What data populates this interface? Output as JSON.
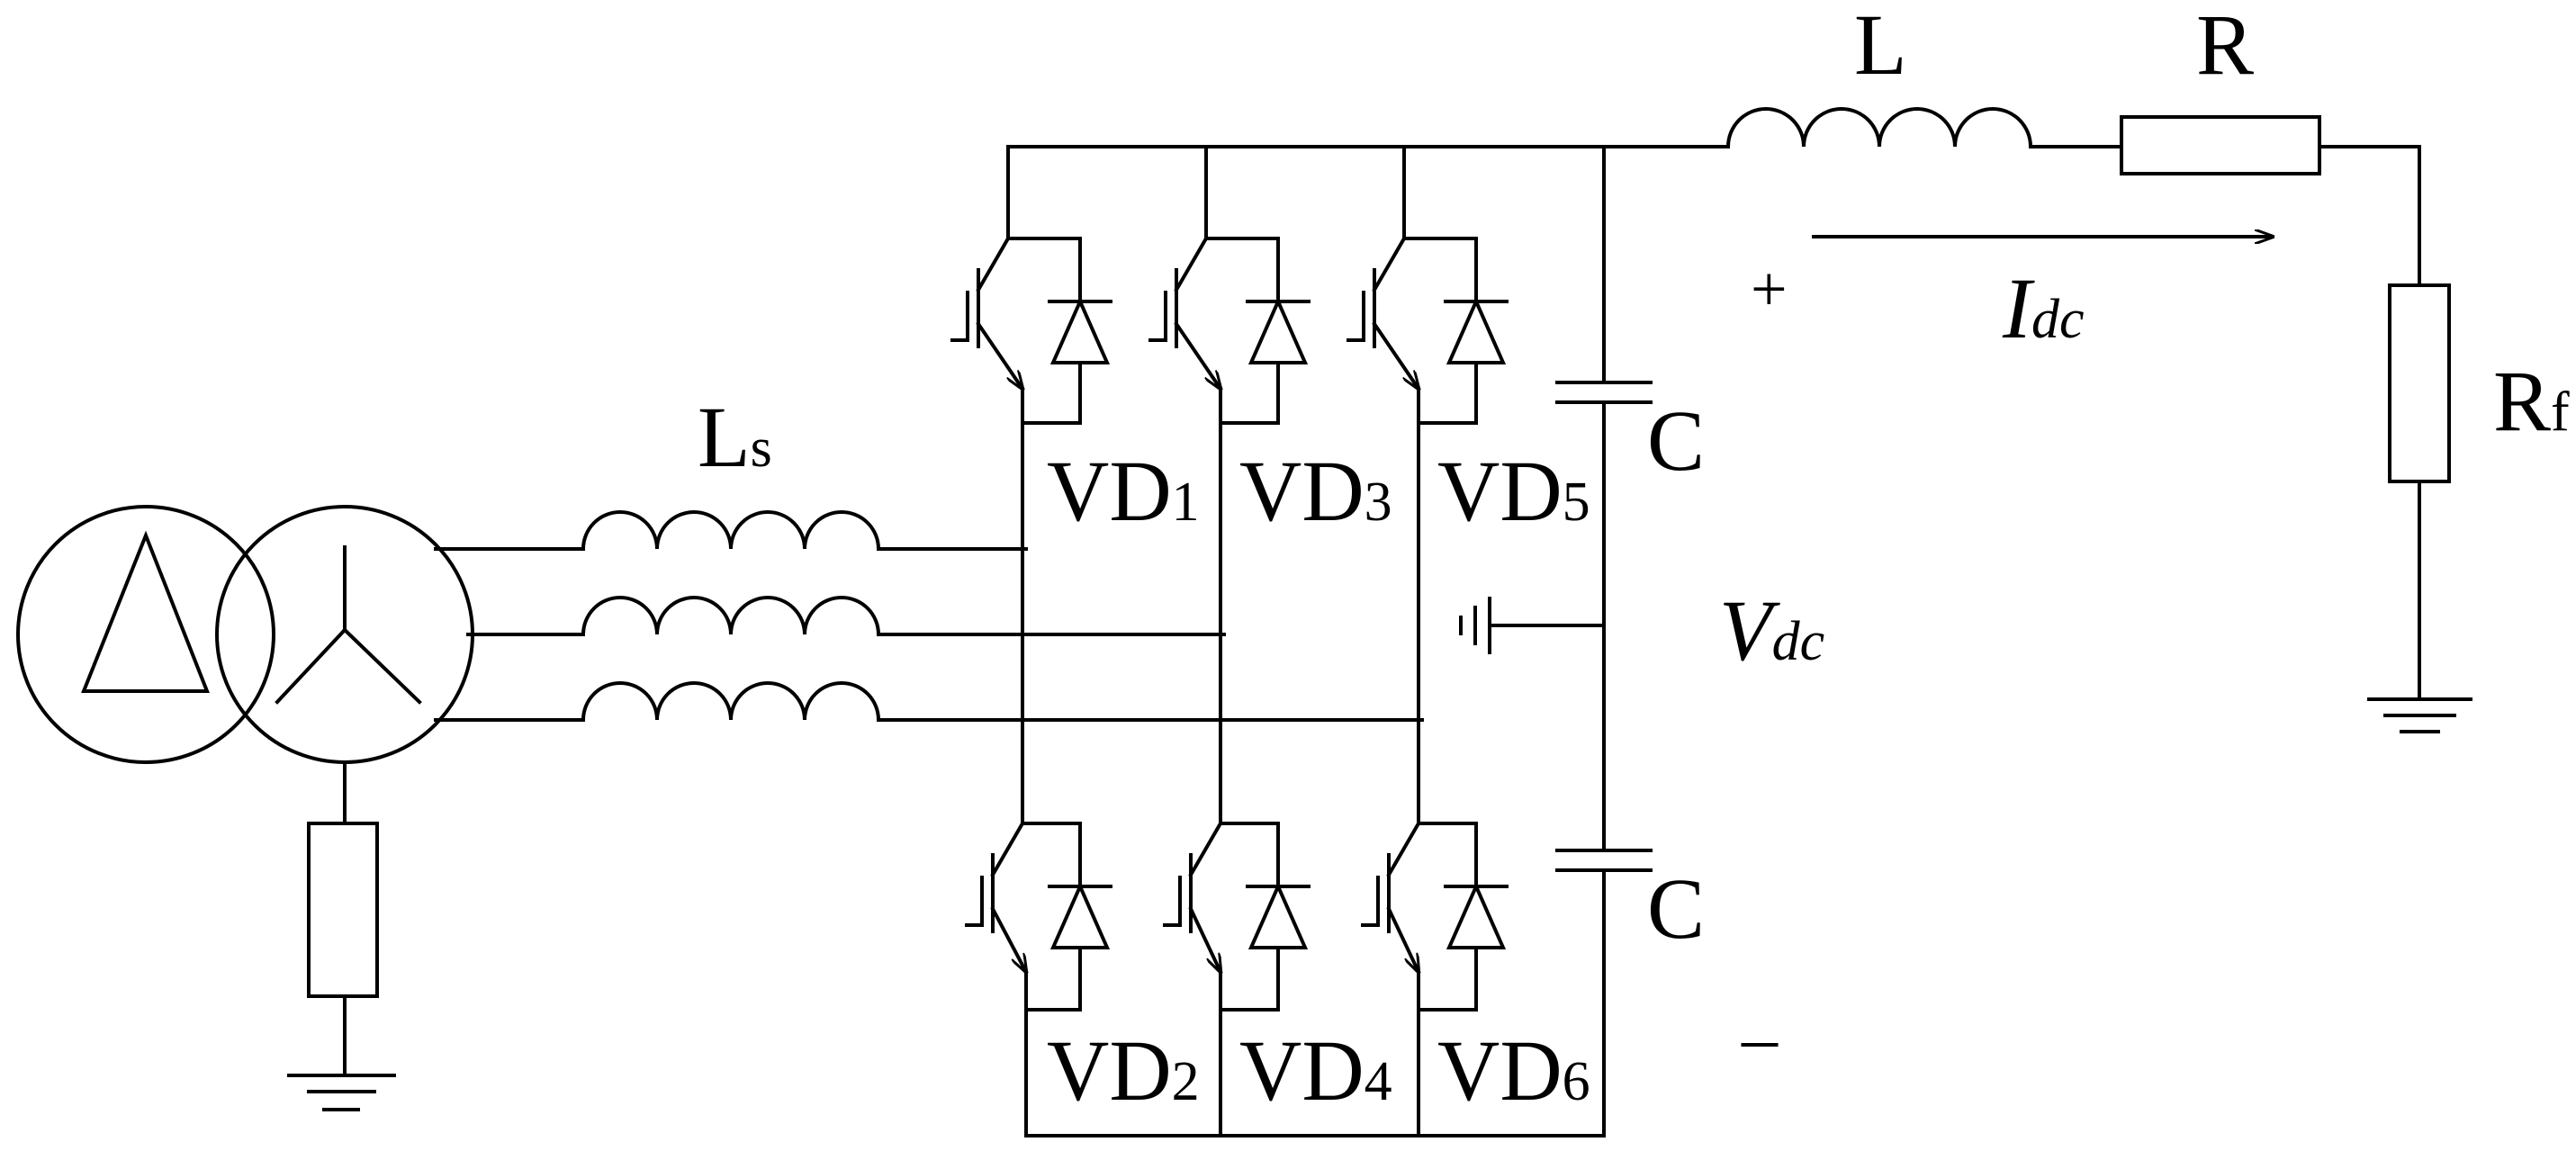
{
  "labels": {
    "line_inductor": "L",
    "line_inductor_sub": "s",
    "dc_inductor": "L",
    "dc_resistor": "R",
    "fault_resistor": "R",
    "fault_resistor_sub": "f",
    "dc_current": "I",
    "dc_current_sub": "dc",
    "dc_voltage": "V",
    "dc_voltage_sub": "dc",
    "capacitor_upper": "C",
    "capacitor_lower": "C",
    "plus_sign": "+",
    "minus_sign": "–"
  },
  "upper_switches": [
    {
      "name": "VD",
      "index": "1"
    },
    {
      "name": "VD",
      "index": "3"
    },
    {
      "name": "VD",
      "index": "5"
    }
  ],
  "lower_switches": [
    {
      "name": "VD",
      "index": "2"
    },
    {
      "name": "VD",
      "index": "4"
    },
    {
      "name": "VD",
      "index": "6"
    }
  ],
  "transformer": {
    "primary_icon": "delta-winding-icon",
    "secondary_icon": "wye-winding-icon"
  },
  "colors": {
    "stroke": "#000000",
    "background": "#ffffff"
  }
}
